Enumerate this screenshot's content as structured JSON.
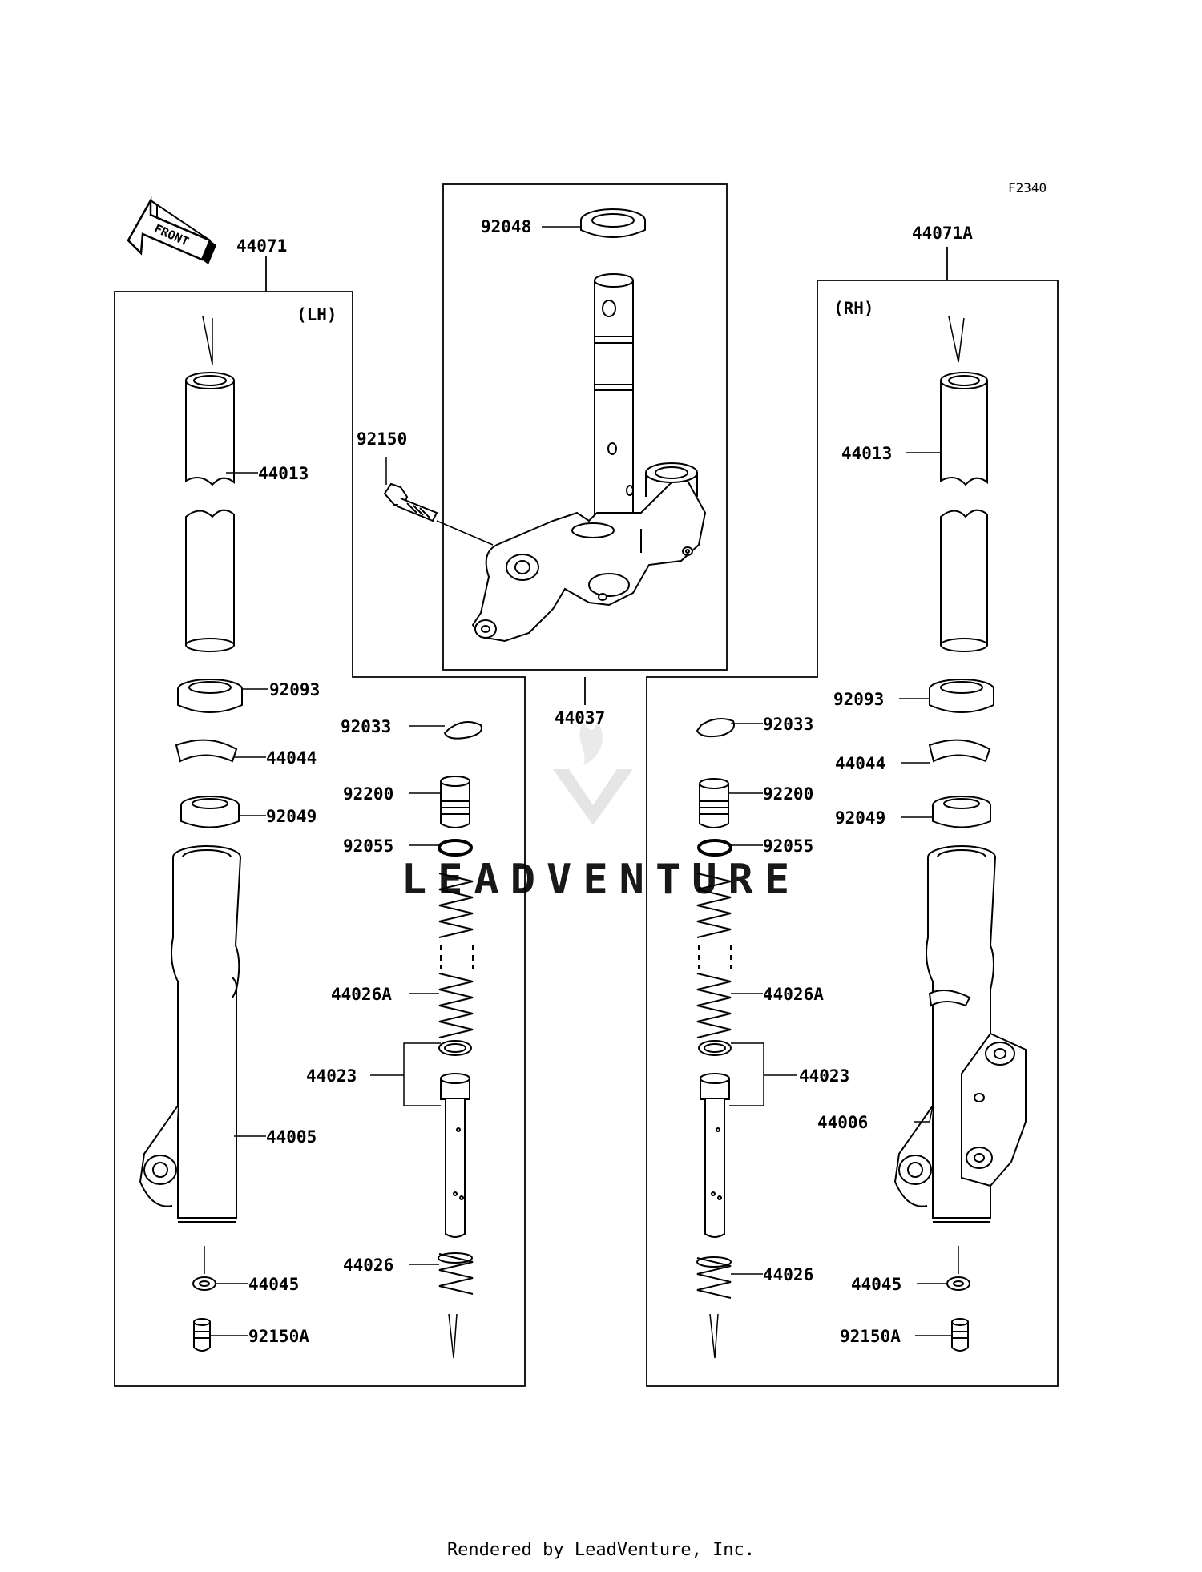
{
  "figure_code": "F2340",
  "front_arrow": "FRONT",
  "watermark": "LEADVENTURE",
  "footer": "Rendered by LeadVenture, Inc.",
  "assemblies": {
    "left": {
      "number": "44071",
      "side": "(LH)"
    },
    "right": {
      "number": "44071A",
      "side": "(RH)"
    },
    "stem": {
      "number": "44037"
    }
  },
  "parts": {
    "stem_seal": "92048",
    "stem_bolt": "92150",
    "lh_tube": "44013",
    "lh_dust_seal": "92093",
    "lh_clip": "44044",
    "lh_oil_seal": "92049",
    "lh_outer_tube": "44005",
    "lh_washer": "44045",
    "lh_bolt": "92150A",
    "lh_circlip": "92033",
    "lh_cap": "92200",
    "lh_oring": "92055",
    "lh_spring": "44026A",
    "lh_piston": "44023",
    "lh_rebound_spring": "44026",
    "rh_tube": "44013",
    "rh_dust_seal": "92093",
    "rh_clip": "44044",
    "rh_oil_seal": "92049",
    "rh_outer_tube": "44006",
    "rh_washer": "44045",
    "rh_bolt": "92150A",
    "rh_circlip": "92033",
    "rh_cap": "92200",
    "rh_oring": "92055",
    "rh_spring": "44026A",
    "rh_piston": "44023",
    "rh_rebound_spring": "44026"
  }
}
